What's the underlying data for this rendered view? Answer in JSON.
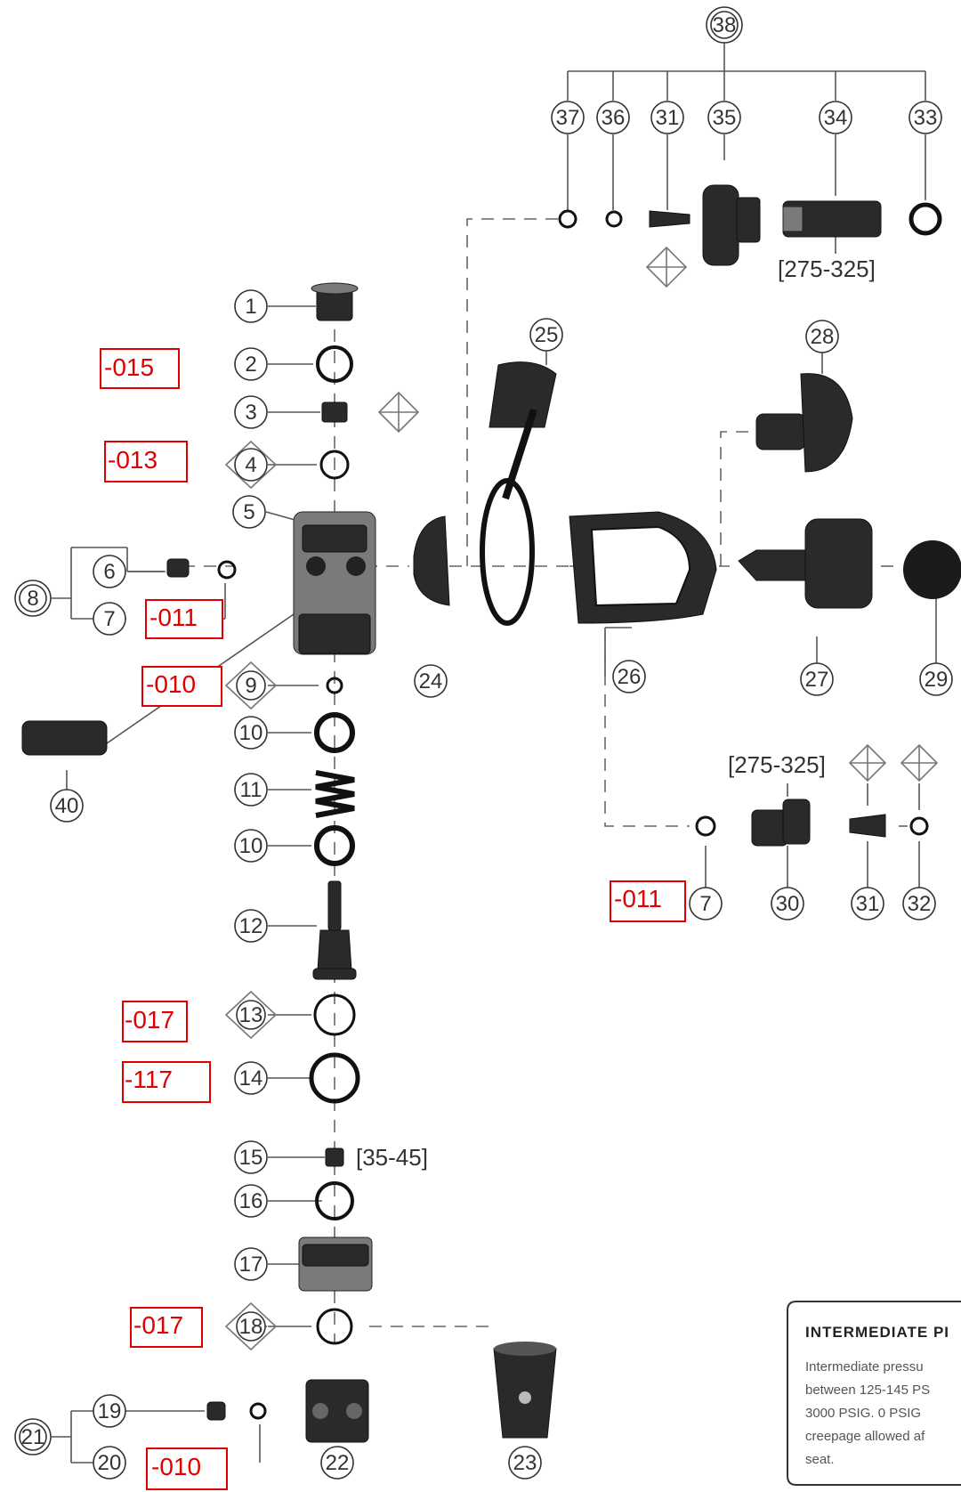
{
  "callouts": [
    "1",
    "2",
    "3",
    "4",
    "5",
    "6",
    "7",
    "8",
    "9",
    "10",
    "11",
    "10",
    "12",
    "13",
    "14",
    "15",
    "16",
    "17",
    "18",
    "19",
    "20",
    "21",
    "22",
    "23",
    "24",
    "25",
    "26",
    "27",
    "28",
    "29",
    "7",
    "30",
    "31",
    "32",
    "33",
    "34",
    "31",
    "35",
    "36",
    "37",
    "38",
    "40"
  ],
  "torques": [
    "[275-325]",
    "[275-325]",
    "[35-45]"
  ],
  "oring_sizes": [
    "-015",
    "-013",
    "-011",
    "-010",
    "-011",
    "-017",
    "-117",
    "-017",
    "-010"
  ],
  "note": {
    "title": "INTERMEDIATE PI",
    "lines": [
      "Intermediate pressu",
      "between 125-145 PS",
      "3000 PSIG. 0 PSIG",
      "creepage allowed af",
      "seat."
    ]
  },
  "colors": {
    "annotation": "#e00000",
    "line_art": "#333333"
  }
}
